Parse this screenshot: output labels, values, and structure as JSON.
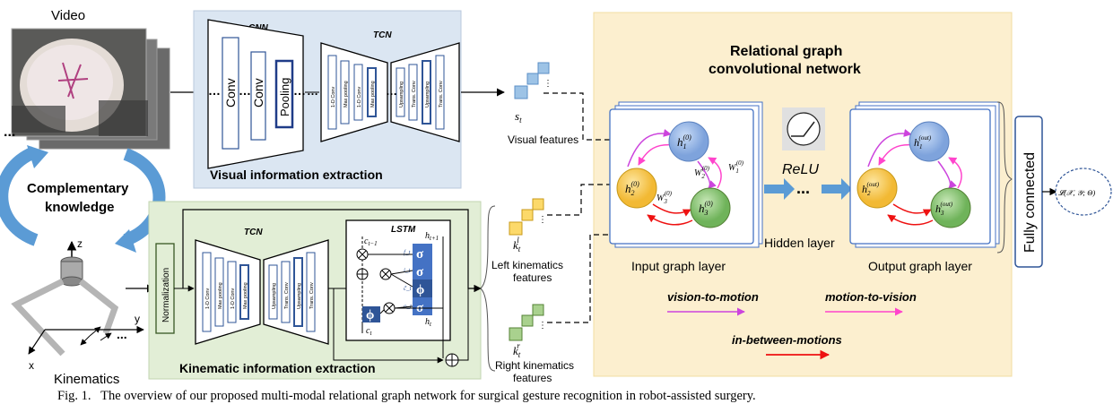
{
  "video": {
    "label": "Video",
    "dots": "...",
    "dots_small": "..."
  },
  "complementary": {
    "line1": "Complementary",
    "line2": "knowledge"
  },
  "kinematics": {
    "label": "Kinematics",
    "axis_z": "z",
    "axis_y": "y",
    "axis_x": "x"
  },
  "visual_box": {
    "title": "Visual information extraction",
    "cnn": "CNN",
    "tcn": "TCN",
    "conv1": "Conv",
    "conv2": "Conv",
    "pooling": "Pooling",
    "tcn_enc": [
      "1-D Conv",
      "Max pooling",
      "1-D Conv",
      "Max pooling"
    ],
    "tcn_dec": [
      "Upsampling",
      "Trans. Conv",
      "Upsampling",
      "Trans. Conv"
    ]
  },
  "kinematic_box": {
    "title": "Kinematic information extraction",
    "normalization": "Normalization",
    "tcn": "TCN",
    "lstm": "LSTM",
    "tcn_enc": [
      "1-D Conv",
      "Max pooling",
      "1-D Conv",
      "Max pooling"
    ],
    "tcn_dec": [
      "Upsampling",
      "Trans. Conv",
      "Upsampling",
      "Trans. Conv"
    ],
    "c_prev": "c_{t-1}",
    "h_prev": "h_{t-1}",
    "c_t": "c_t",
    "h_t": "h_t",
    "gates": [
      "f_t",
      "i_t",
      "c̃_t",
      "o_t"
    ],
    "sigma": "σ",
    "phi": "ϕ"
  },
  "features": {
    "visual_sym": "s_t",
    "visual": "Visual features",
    "left_sym": "k_t^l",
    "left": [
      "Left kinematics",
      "features"
    ],
    "right_sym": "k_t^r",
    "right": [
      "Right kinematics",
      "features"
    ]
  },
  "rgcn": {
    "title1": "Relational graph",
    "title2": "convolutional network",
    "input_layer": "Input graph layer",
    "hidden_layer": "Hidden layer",
    "output_layer": "Output graph layer",
    "relu": "ReLU",
    "ellipsis": "...",
    "h1": "h_1^{(0)}",
    "h2": "h_2^{(0)}",
    "h3": "h_3^{(0)}",
    "w1": "W_1^{(0)}",
    "w2": "W_2^{(0)}",
    "w3": "W_3^{(0)}",
    "o1": "h_1^{(out)}",
    "o2": "h_2^{(out)}",
    "o3": "h_3^{(out)}",
    "legend": {
      "v2m": "vision-to-motion",
      "m2v": "motion-to-vision",
      "between": "in-between-motions"
    },
    "colors": {
      "v2m": "#cc44dd",
      "m2v": "#ff44cc",
      "between": "#ee1111",
      "node_blue": "#8fb3e8",
      "node_yellow": "#f7c548",
      "node_green": "#8cc97a"
    }
  },
  "fc": {
    "label": "Fully connected"
  },
  "loss": {
    "label": "𝓛(𝒳, 𝒴; Θ)"
  },
  "caption": "Fig. 1.   The overview of our proposed multi-modal relational graph network for surgical gesture recognition in robot-assisted surgery."
}
